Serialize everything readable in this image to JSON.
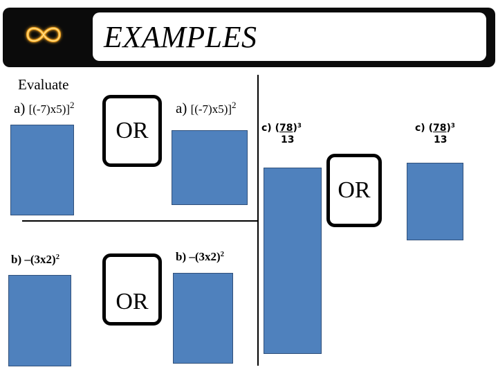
{
  "header": {
    "title": "EXAMPLES",
    "logo_icon": "infinity-icon",
    "logo_color": "#f5a623"
  },
  "colors": {
    "box_fill": "#4f81bd",
    "box_border": "#2f4f7a"
  },
  "left_top": {
    "heading": "Evaluate",
    "label_a": "a)",
    "expr_a": "[(-7)x5)]",
    "exp_a": "2"
  },
  "middle_top": {
    "or_label": "OR",
    "label_a": "a)",
    "expr_a": "[(-7)x5)]",
    "exp_a": "2"
  },
  "right_top": {
    "left": {
      "prefix": "c) (",
      "num": "78",
      "close": ")",
      "exp": "3",
      "den": "13"
    },
    "right": {
      "prefix": "c) (",
      "num": "78",
      "close": ")",
      "exp": "3",
      "den": "13"
    },
    "or_label": "OR"
  },
  "bottom": {
    "left_expr": "b) –(3x2)",
    "left_exp": "2",
    "or_label": "OR",
    "right_expr": "b) –(3x2)",
    "right_exp": "2"
  }
}
